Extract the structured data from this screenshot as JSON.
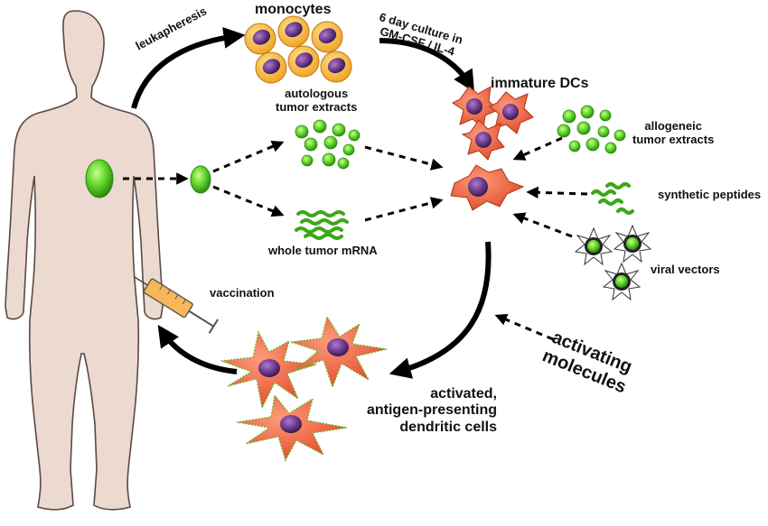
{
  "labels": {
    "leukapheresis": "leukapheresis",
    "monocytes": "monocytes",
    "culture_line1": "6 day culture in",
    "culture_line2": "GM-CSF / IL-4",
    "immature_dcs": "immature DCs",
    "autologous_line1": "autologous",
    "autologous_line2": "tumor extracts",
    "allogeneic_line1": "allogeneic",
    "allogeneic_line2": "tumor extracts",
    "synthetic_peptides": "synthetic peptides",
    "whole_tumor_mrna": "whole tumor mRNA",
    "viral_vectors": "viral vectors",
    "vaccination": "vaccination",
    "activating_line1": "activating",
    "activating_line2": "molecules",
    "activated_line1": "activated,",
    "activated_line2": "antigen-presenting",
    "activated_line3": "dendritic cells"
  },
  "colors": {
    "body": "#ecd9d0",
    "body_outline": "#5a4a45",
    "tumor_green": "#5fd42a",
    "dc_orange": "#f26a4a",
    "nucleus_purple": "#6a3a8a",
    "monocyte_yellow": "#f7b733",
    "arrow": "#000000"
  }
}
